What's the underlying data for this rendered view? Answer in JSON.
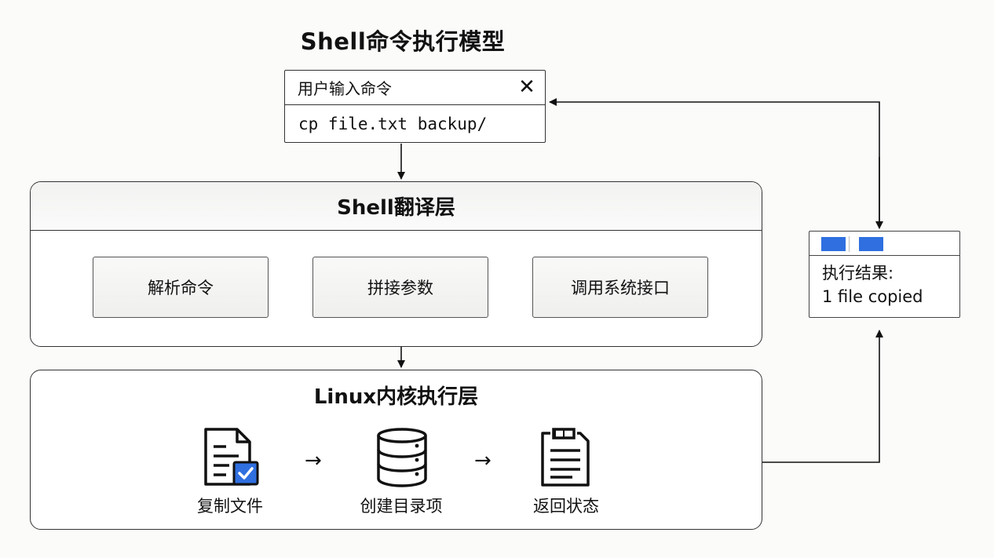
{
  "title": "Shell命令执行模型",
  "input_window": {
    "header": "用户输入命令",
    "close_glyph": "✕",
    "command": "cp file.txt backup/"
  },
  "shell_layer": {
    "title": "Shell翻译层",
    "steps": [
      "解析命令",
      "拼接参数",
      "调用系统接口"
    ]
  },
  "kernel_layer": {
    "title": "Linux内核执行层",
    "items": [
      {
        "label": "复制文件",
        "icon": "file-check-icon"
      },
      {
        "label": "创建目录项",
        "icon": "database-icon"
      },
      {
        "label": "返回状态",
        "icon": "clipboard-icon"
      }
    ],
    "arrow_glyph": "→"
  },
  "result_window": {
    "tab_color": "#2f6fe0",
    "label": "执行结果:",
    "value": "1 file copied"
  }
}
